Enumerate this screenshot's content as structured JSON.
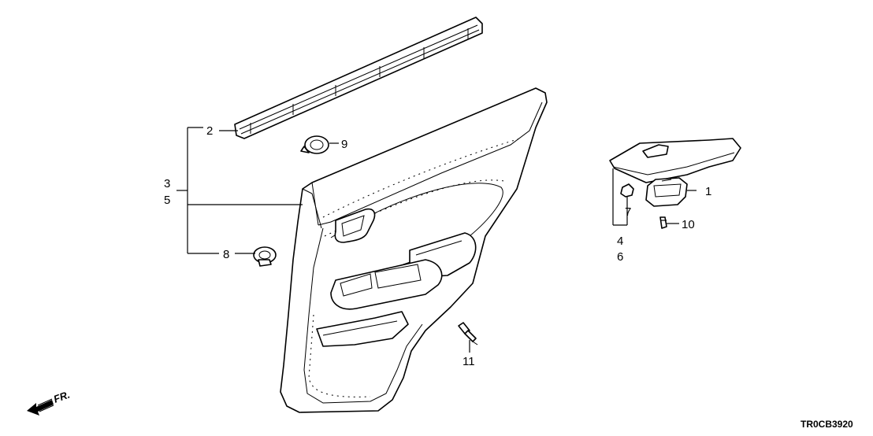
{
  "diagram": {
    "callouts": {
      "c1": "1",
      "c2": "2",
      "c3": "3",
      "c4": "4",
      "c5": "5",
      "c6": "6",
      "c7": "7",
      "c8": "8",
      "c9": "9",
      "c10": "10",
      "c11": "11"
    },
    "direction_label": "FR.",
    "diagram_code": "TR0CB3920"
  }
}
